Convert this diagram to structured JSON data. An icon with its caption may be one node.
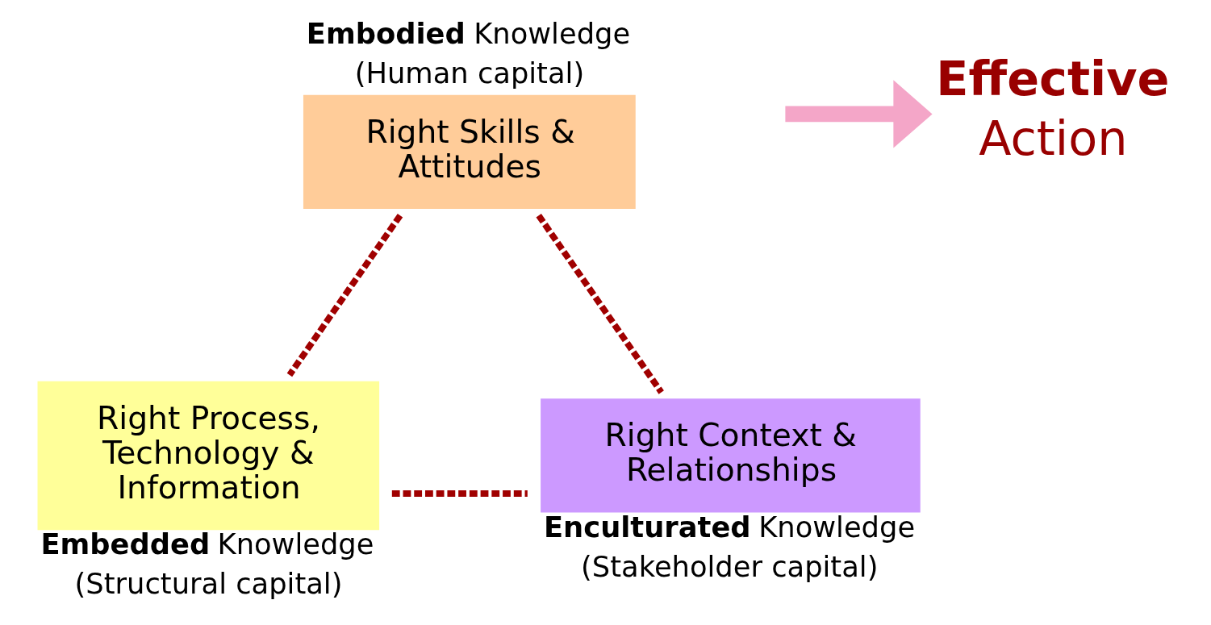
{
  "diagram": {
    "nodes": [
      {
        "text": [
          "**Embodied** Knowledge",
          "(Human capital)",
          "Right Skills & Attitudes"
        ]
      },
      {
        "text": [
          "Right Process, Technology & Information",
          "**Embedded** Knowledge",
          "(Structural capital)"
        ]
      },
      {
        "text": [
          "Right Context & Relationships",
          "**Enculturated** Knowledge",
          "(Stakeholder capital)"
        ]
      },
      {
        "text": [
          "Effective",
          "Action"
        ]
      }
    ],
    "edges": [
      {
        "from": 0,
        "to": 1,
        "arrow": "none",
        "style": "dashed"
      },
      {
        "from": 0,
        "to": 2,
        "arrow": "none",
        "style": "dashed"
      },
      {
        "from": 1,
        "to": 2,
        "arrow": "none",
        "style": "dashed"
      },
      {
        "from": null,
        "to": 3,
        "arrow": "to",
        "style": "thick",
        "color": "#f4a6c8"
      }
    ]
  }
}
